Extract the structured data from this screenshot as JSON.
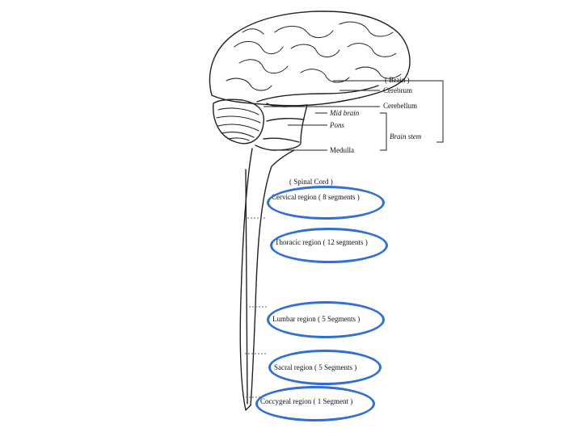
{
  "labels": {
    "brain": "( Brain )",
    "cerebrum": "Cerebrum",
    "cerebellum": "Cerebellum",
    "mid_brain": "Mid brain",
    "pons": "Pons",
    "brain_stem": "Brain stem",
    "medulla": "Medulla",
    "spinal_cord": "( Spinal Cord )"
  },
  "regions": [
    {
      "label": "Cervical region ( 8 segments )"
    },
    {
      "label": "Thoracic region ( 12 segments )"
    },
    {
      "label": "Lumbar region ( 5 Segments )"
    },
    {
      "label": "Sacral region ( 5 Segments )"
    },
    {
      "label": "Coccygeal region ( 1 Segment )"
    }
  ],
  "colors": {
    "highlight_ring": "#2f6fd6",
    "line": "#222222"
  }
}
